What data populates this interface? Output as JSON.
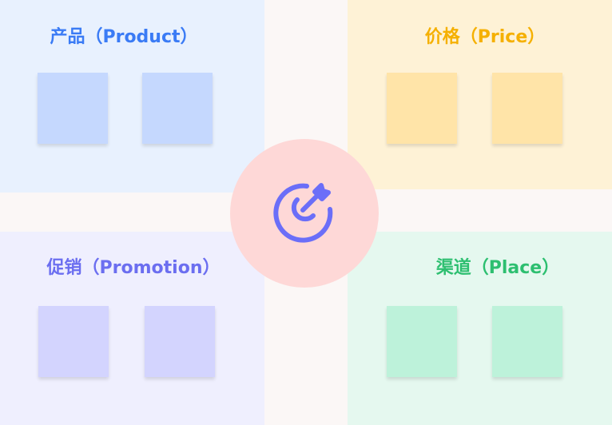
{
  "quadrants": {
    "product": {
      "title": "产品（Product）",
      "color": "#3a7bf5"
    },
    "price": {
      "title": "价格（Price）",
      "color": "#f5b000"
    },
    "promotion": {
      "title": "促销（Promotion）",
      "color": "#6b6ef0"
    },
    "place": {
      "title": "渠道（Place）",
      "color": "#2dbf70"
    }
  },
  "center": {
    "icon": "target-icon",
    "color": "#6b6ef8"
  }
}
